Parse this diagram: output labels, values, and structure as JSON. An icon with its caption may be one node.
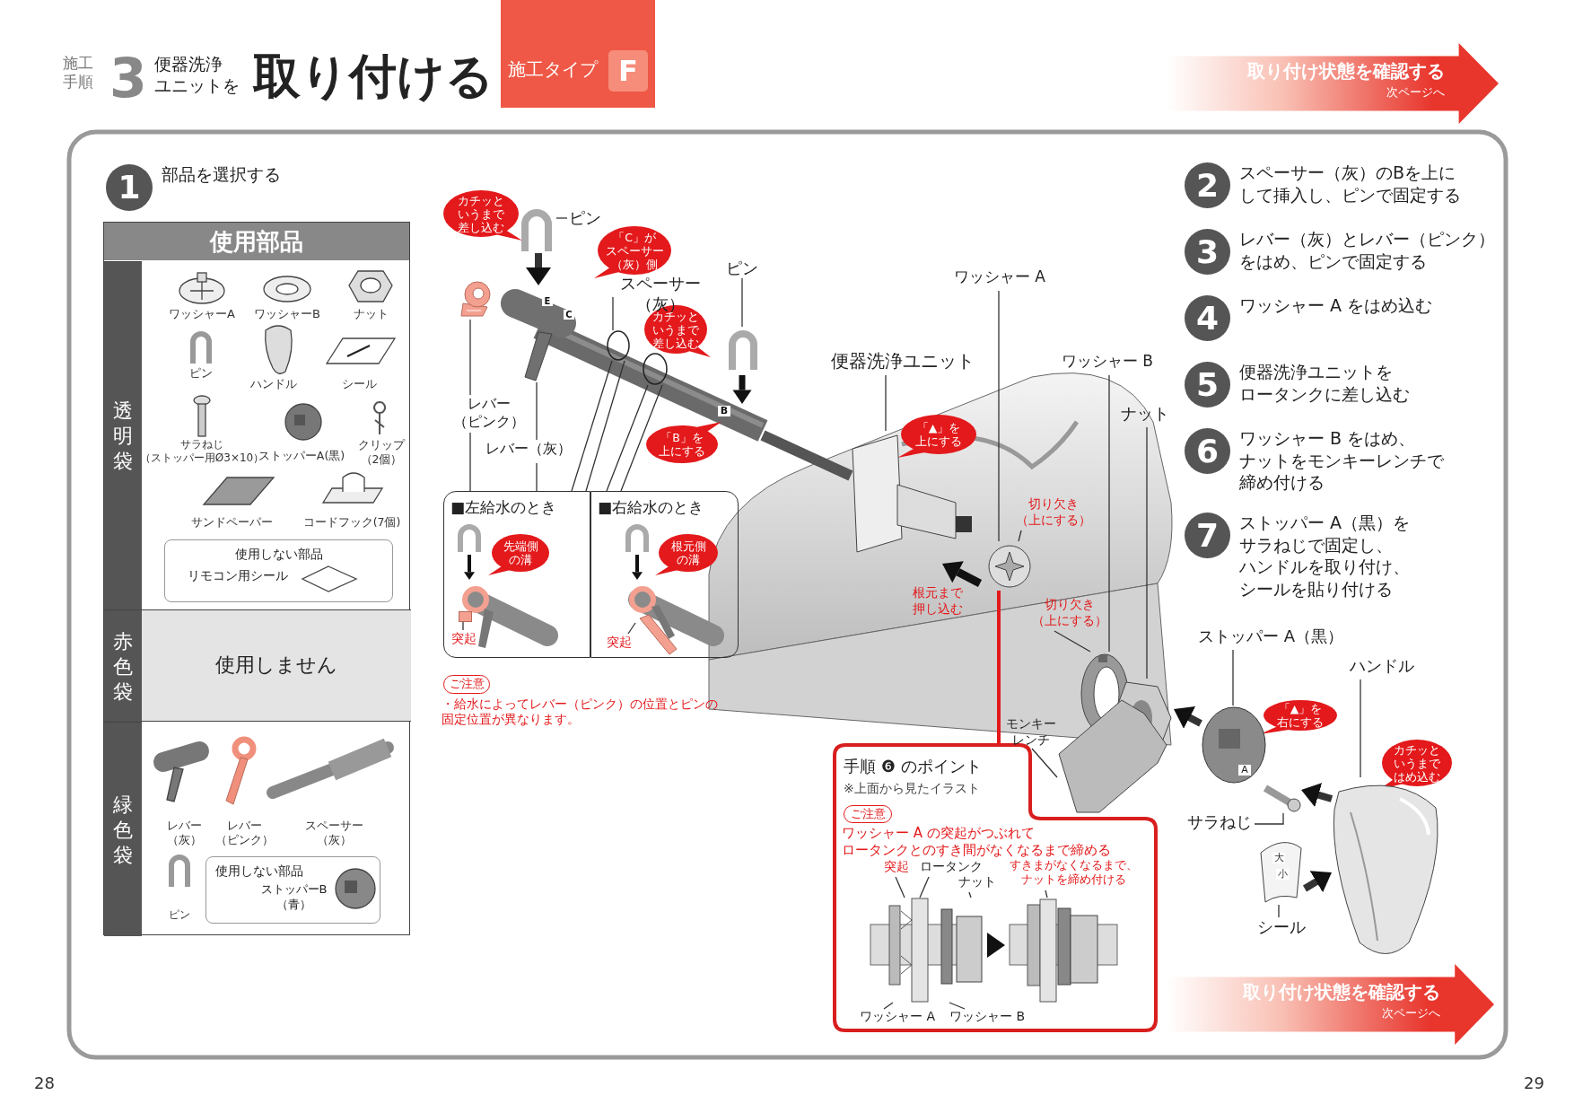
{
  "diagram": {
    "title": "取り付ける",
    "nodes": [
      {
        "text": [
          "施工タイプ",
          "F"
        ]
      },
      {
        "text": [
          "取り付け状態を確認する",
          "次ページへ"
        ]
      },
      {
        "text": [
          "1"
        ],
        "beside": [
          "部品を選択する"
        ]
      },
      {
        "text": [
          "使用部品"
        ]
      },
      {
        "text": [
          "透明袋"
        ],
        "in": 3
      },
      {
        "text": [
          "使用しない部品",
          "リモコン用シール"
        ],
        "in": 3
      },
      {
        "text": [
          "赤色袋"
        ],
        "in": 3
      },
      {
        "text": [
          "使用しません"
        ],
        "in": 3
      },
      {
        "text": [
          "緑色袋"
        ],
        "in": 3
      },
      {
        "text": [
          "使用しない部品",
          "ストッパーB（青）"
        ],
        "in": 3
      },
      {
        "text": [
          "カチッというまで差し込む"
        ]
      },
      {
        "text": [
          "「C」がスペーサー（灰）側"
        ]
      },
      {
        "text": [
          "カチッというまで差し込む"
        ]
      },
      {
        "text": [
          "「B」を上にする"
        ]
      },
      {
        "text": [],
        "shape": "circle"
      },
      {
        "text": [],
        "shape": "circle"
      },
      {
        "text": [
          "■左給水のとき"
        ]
      },
      {
        "text": [
          "先端側の溝"
        ],
        "in": 16
      },
      {
        "text": [
          "■右給水のとき"
        ]
      },
      {
        "text": [
          "根元側の溝"
        ],
        "in": 18
      },
      {
        "text": [
          "ご注意"
        ]
      },
      {
        "text": [
          "「▲」を上にする"
        ]
      },
      {
        "text": [],
        "shape": "picture"
      },
      {
        "text": [
          "手順 ❻ のポイント",
          "※上面から見たイラスト"
        ]
      },
      {
        "text": [
          "ご注意"
        ],
        "in": 23
      },
      {
        "text": [
          "「▲」を右にする"
        ]
      },
      {
        "text": [
          "カチッというまではめ込む"
        ]
      },
      {
        "text": [
          "2"
        ],
        "beside": [
          "スペーサー（灰）のBを上にして挿入し、ピンで固定する"
        ]
      },
      {
        "text": [
          "3"
        ],
        "beside": [
          "レバー（灰）とレバー（ピンク）をはめ、ピンで固定する"
        ]
      },
      {
        "text": [
          "4"
        ],
        "beside": [
          "ワッシャー A をはめ込む"
        ]
      },
      {
        "text": [
          "5"
        ],
        "beside": [
          "便器洗浄ユニットをロータンクに差し込む"
        ]
      },
      {
        "text": [
          "6"
        ],
        "beside": [
          "ワッシャー B をはめ、ナットをモンキーレンチで締め付ける"
        ]
      },
      {
        "text": [
          "7"
        ],
        "beside": [
          "ストッパー A（黒）をサラねじで固定し、ハンドルを取り付け、シールを貼り付ける"
        ]
      },
      {
        "text": [
          "取り付け状態を確認する",
          "次ページへ"
        ]
      },
      {
        "text": [
          "ピン"
        ]
      },
      {
        "text": [
          "ピン"
        ]
      },
      {
        "text": [
          "スペーサー（灰）"
        ]
      },
      {
        "text": [
          "レバー（ピンク）"
        ]
      },
      {
        "text": [
          "レバー（灰）"
        ]
      },
      {
        "text": [
          "突起"
        ],
        "in": 16
      },
      {
        "text": [
          "突起"
        ],
        "in": 18
      },
      {
        "text": [
          "便器洗浄ユニット"
        ]
      },
      {
        "text": [
          "ワッシャー A"
        ]
      },
      {
        "text": [
          "ワッシャー B"
        ]
      },
      {
        "text": [
          "ナット"
        ]
      },
      {
        "text": [
          "切り欠き（上にする）"
        ]
      },
      {
        "text": [
          "切り欠き（上にする）"
        ]
      },
      {
        "text": [
          "モンキーレンチ"
        ]
      },
      {
        "text": [
          "突起"
        ],
        "in": 23
      },
      {
        "text": [
          "ロータンク"
        ],
        "in": 23
      },
      {
        "text": [
          "ナット"
        ],
        "in": 23
      },
      {
        "text": [
          "すきまがなくなるまで、ナットを締め付ける"
        ],
        "in": 23
      },
      {
        "text": [
          "ワッシャー A"
        ],
        "in": 23
      },
      {
        "text": [
          "ワッシャー B"
        ],
        "in": 23
      },
      {
        "text": [
          "ストッパー A（黒）"
        ]
      },
      {
        "text": [
          "ハンドル"
        ]
      },
      {
        "text": [
          "サラねじ"
        ]
      },
      {
        "text": [
          "シール"
        ]
      },
      {
        "text": [],
        "shape": "picture"
      },
      {
        "text": [],
        "shape": "picture"
      },
      {
        "text": [],
        "shape": "picture"
      },
      {
        "text": [],
        "shape": "picture"
      },
      {
        "text": [],
        "shape": "picture"
      },
      {
        "text": [],
        "shape": "picture"
      },
      {
        "text": [],
        "shape": "picture"
      },
      {
        "text": [],
        "shape": "picture"
      },
      {
        "text": [],
        "shape": "picture"
      },
      {
        "text": [],
        "shape": "picture"
      },
      {
        "text": [],
        "shape": "picture"
      },
      {
        "text": [],
        "shape": "picture"
      },
      {
        "text": [],
        "shape": "box",
        "in": 16
      },
      {
        "text": [],
        "shape": "picture",
        "in": 18
      },
      {
        "text": [],
        "shape": "picture",
        "in": 23
      },
      {
        "text": [],
        "shape": "picture",
        "in": 23
      }
    ],
    "edges": [
      {
        "from": 34,
        "to": 58,
        "arrow": "none"
      },
      {
        "from": 35,
        "to": 61,
        "arrow": "none"
      },
      {
        "from": 36,
        "to": 14,
        "arrow": "none"
      },
      {
        "from": 37,
        "to": 59,
        "arrow": "none"
      },
      {
        "from": 37,
        "to": 16,
        "arrow": "none"
      },
      {
        "from": 38,
        "to": 60,
        "arrow": "none"
      },
      {
        "from": 38,
        "to": 16,
        "arrow": "none"
      },
      {
        "from": 14,
        "to": 16,
        "arrow": "none"
      },
      {
        "from": 14,
        "to": 16,
        "arrow": "none"
      },
      {
        "from": 15,
        "to": 18,
        "arrow": "none"
      },
      {
        "from": 15,
        "to": 18,
        "arrow": "none"
      },
      {
        "from": 39,
        "to": 70,
        "arrow": "none"
      },
      {
        "from": 40,
        "to": 71,
        "arrow": "none"
      },
      {
        "from": 41,
        "to": 62,
        "arrow": "none"
      },
      {
        "from": 42,
        "to": 22,
        "arrow": "none"
      },
      {
        "from": 22,
        "to": 23,
        "arrow": "none",
        "style": "thick",
        "color": "#e3191b"
      },
      {
        "from": 45,
        "to": 22,
        "arrow": "none"
      },
      {
        "from": 46,
        "to": 63,
        "arrow": "none"
      },
      {
        "from": 43,
        "to": 63,
        "arrow": "none"
      },
      {
        "from": 44,
        "to": 64,
        "arrow": "none"
      },
      {
        "from": 47,
        "to": 65,
        "arrow": "none"
      },
      {
        "from": 48,
        "to": 72,
        "arrow": "none"
      },
      {
        "from": 49,
        "to": 72,
        "arrow": "none"
      },
      {
        "from": 50,
        "to": 72,
        "arrow": "none"
      },
      {
        "from": 51,
        "to": 73,
        "arrow": "none"
      },
      {
        "from": 52,
        "to": 72,
        "arrow": "none"
      },
      {
        "from": 53,
        "to": 72,
        "arrow": "none"
      },
      {
        "from": 54,
        "to": 66,
        "arrow": "none"
      },
      {
        "from": 55,
        "to": 68,
        "arrow": "none"
      },
      {
        "from": 56,
        "to": 67,
        "arrow": "none"
      },
      {
        "from": 57,
        "to": 69,
        "arrow": "none"
      },
      {
        "from": 72,
        "to": 73,
        "arrow": "to",
        "style": "thick"
      },
      {
        "from": 58,
        "to": 60,
        "arrow": "to",
        "style": "thick"
      },
      {
        "from": 66,
        "to": 64,
        "arrow": "to",
        "style": "thick"
      },
      {
        "from": 68,
        "to": 67,
        "arrow": "to",
        "style": "thick"
      },
      {
        "from": 69,
        "to": 68,
        "arrow": "to",
        "style": "thick"
      }
    ],
    "labels": [
      "施工手順",
      "3",
      "便器洗浄ユニットを",
      "ワッシャーA",
      "ワッシャーB",
      "ナット",
      "ピン",
      "ハンドル",
      "シール",
      "サラねじ（ストッパー用Ø3×10）",
      "ストッパーA(黒)",
      "クリップ（2個）",
      "サンドペーパー",
      "コードフック(7個)",
      "レバー（灰）",
      "レバー（ピンク）",
      "スペーサー（灰）",
      "ピン",
      "・給水によってレバー（ピンク）の位置とピンの固定位置が異なります。",
      "根元まで押し込む",
      "ワッシャー A の突起がつぶれてロータンクとのすき間がなくなるまで締める",
      "E",
      "C",
      "B",
      "A",
      "大",
      "小",
      "28",
      "29"
    ]
  }
}
